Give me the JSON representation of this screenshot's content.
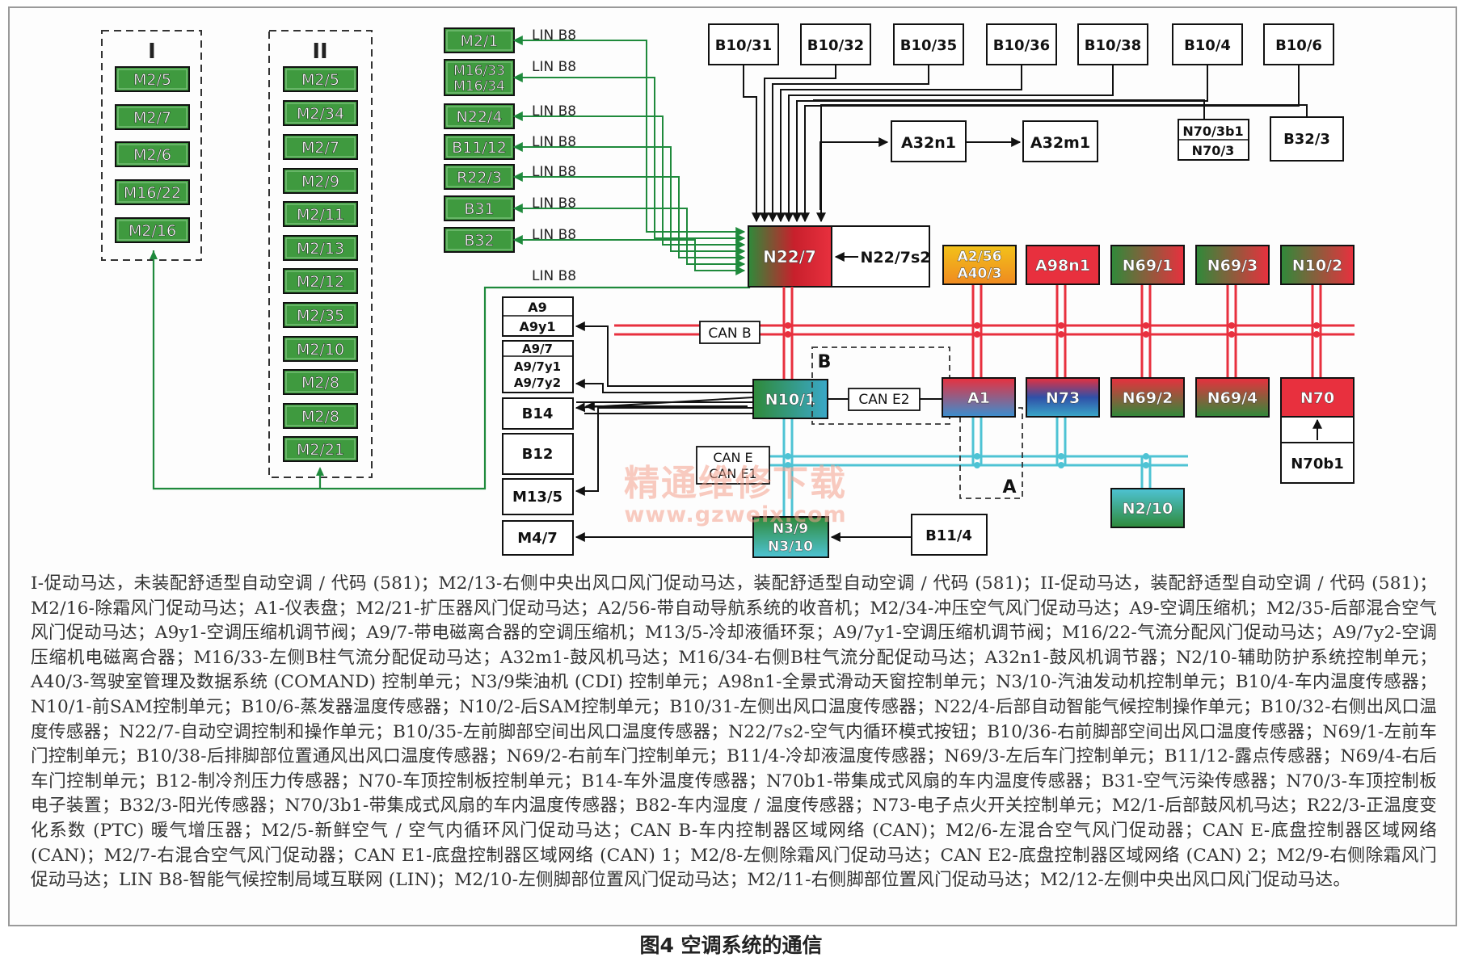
{
  "colors": {
    "green_module": "#3f9a3f",
    "can_b_red": "#e8303e",
    "can_e_cyan": "#4ec3d4",
    "lin_green": "#1f8a3c",
    "arrow_black": "#111111"
  },
  "groups": [
    {
      "id": "group-1",
      "label": "I",
      "items": [
        "M2/5",
        "M2/7",
        "M2/6",
        "M16/22",
        "M2/16"
      ]
    },
    {
      "id": "group-2",
      "label": "II",
      "items": [
        "M2/5",
        "M2/34",
        "M2/7",
        "M2/9",
        "M2/11",
        "M2/13",
        "M2/12",
        "M2/35",
        "M2/10",
        "M2/8",
        "M2/8",
        "M2/21"
      ]
    }
  ],
  "lin_modules": [
    {
      "id": "m2-1",
      "lines": [
        "M2/1"
      ],
      "lin": "LIN B8"
    },
    {
      "id": "m16-33",
      "lines": [
        "M16/33",
        "M16/34"
      ],
      "lin": "LIN B8"
    },
    {
      "id": "n22-4",
      "lines": [
        "N22/4"
      ],
      "lin": "LIN B8"
    },
    {
      "id": "b11-12",
      "lines": [
        "B11/12"
      ],
      "lin": "LIN B8"
    },
    {
      "id": "r22-3",
      "lines": [
        "R22/3"
      ],
      "lin": "LIN B8"
    },
    {
      "id": "b31",
      "lines": [
        "B31"
      ],
      "lin": "LIN B8"
    },
    {
      "id": "b32",
      "lines": [
        "B32"
      ],
      "lin": "LIN B8"
    }
  ],
  "group_lin_label": "LIN B8",
  "sensors_top": [
    "B10/31",
    "B10/32",
    "B10/35",
    "B10/36",
    "B10/38",
    "B10/4",
    "B10/6"
  ],
  "boxes": {
    "a32n1": "A32n1",
    "a32m1": "A32m1",
    "n70_3b1": [
      "N70/3b1",
      "N70/3"
    ],
    "b32_3": "B32/3",
    "n22_7": "N22/7",
    "n22_7s2": "N22/7s2",
    "a2_56": [
      "A2/56",
      "A40/3"
    ],
    "a98n1": "A98n1",
    "n69_1": "N69/1",
    "n69_3": "N69/3",
    "n10_2": "N10/2",
    "a9": [
      "A9",
      "A9y1"
    ],
    "a9_7": [
      "A9/7",
      "A9/7y1",
      "A9/7y2"
    ],
    "b14": "B14",
    "b12": "B12",
    "m13_5": "M13/5",
    "m4_7": "M4/7",
    "n10_1": "N10/1",
    "a1": "A1",
    "n73": "N73",
    "n69_2": "N69/2",
    "n69_4": "N69/4",
    "n70": "N70",
    "n70b1": "N70b1",
    "n2_10": "N2/10",
    "n3_9": [
      "N3/9",
      "N3/10"
    ],
    "b11_4": "B11/4"
  },
  "bus_labels": {
    "can_b": "CAN B",
    "can_e2": "CAN E2",
    "can_e": "CAN E",
    "can_e1": "CAN E1",
    "region_b": "B",
    "region_a": "A"
  },
  "legend_text": "I-促动马达，未装配舒适型自动空调 / 代码 (581)；M2/13-右侧中央出风口风门促动马达，装配舒适型自动空调 / 代码 (581)；II-促动马达，装配舒适型自动空调 / 代码 (581)；M2/16-除霜风门促动马达；A1-仪表盘；M2/21-扩压器风门促动马达；A2/56-带自动导航系统的收音机；M2/34-冲压空气风门促动马达；A9-空调压缩机；M2/35-后部混合空气风门促动马达；A9y1-空调压缩机调节阀；A9/7-带电磁离合器的空调压缩机；M13/5-冷却液循环泵；A9/7y1-空调压缩机调节阀；M16/22-气流分配风门促动马达；A9/7y2-空调压缩机电磁离合器；M16/33-左侧B柱气流分配促动马达；A32m1-鼓风机马达；M16/34-右侧B柱气流分配促动马达；A32n1-鼓风机调节器；N2/10-辅助防护系统控制单元；A40/3-驾驶室管理及数据系统 (COMAND) 控制单元；N3/9柴油机 (CDI) 控制单元；A98n1-全景式滑动天窗控制单元；N3/10-汽油发动机控制单元；B10/4-车内温度传感器；N10/1-前SAM控制单元；B10/6-蒸发器温度传感器；N10/2-后SAM控制单元；B10/31-左侧出风口温度传感器；N22/4-后部自动智能气候控制操作单元；B10/32-右侧出风口温度传感器；N22/7-自动空调控制和操作单元；B10/35-左前脚部空间出风口温度传感器；N22/7s2-空气内循环模式按钮；B10/36-右前脚部空间出风口温度传感器；N69/1-左前车门控制单元；B10/38-后排脚部位置通风出风口温度传感器；N69/2-右前车门控制单元；B11/4-冷却液温度传感器；N69/3-左后车门控制单元；B11/12-露点传感器；N69/4-右后车门控制单元；B12-制冷剂压力传感器；N70-车顶控制板控制单元；B14-车外温度传感器；N70b1-带集成式风扇的车内温度传感器；B31-空气污染传感器；N70/3-车顶控制板电子装置；B32/3-阳光传感器；N70/3b1-带集成式风扇的车内温度传感器；B82-车内湿度 / 温度传感器；N73-电子点火开关控制单元；M2/1-后部鼓风机马达；R22/3-正温度变化系数 (PTC) 暖气增压器；M2/5-新鲜空气 / 空气内循环风门促动马达；CAN B-车内控制器区域网络 (CAN)；M2/6-左混合空气风门促动器；CAN E-底盘控制器区域网络 (CAN)；M2/7-右混合空气风门促动器；CAN E1-底盘控制器区域网络 (CAN) 1；M2/8-左侧除霜风门促动马达；CAN E2-底盘控制器区域网络 (CAN) 2；M2/9-右侧除霜风门促动马达；LIN B8-智能气候控制局域互联网 (LIN)；M2/10-左侧脚部位置风门促动马达；M2/11-右侧脚部位置风门促动马达；M2/12-左侧中央出风口风门促动马达。",
  "caption": "图4 空调系统的通信",
  "watermark": {
    "cn": "精通维修下载",
    "url": "www.gzweix.com"
  }
}
